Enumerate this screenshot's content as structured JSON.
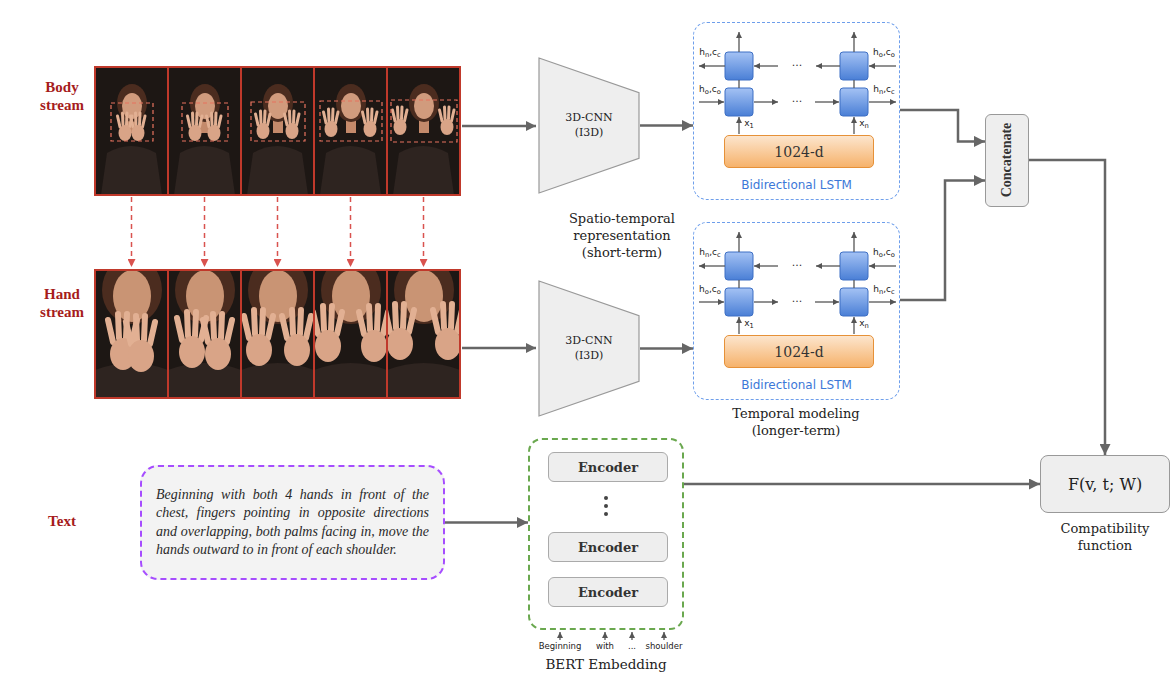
{
  "diagram": {
    "nodes": [
      {
        "text": [
          "3D-CNN (I3D)"
        ]
      },
      {
        "text": [
          "Bidirectional LSTM"
        ]
      },
      {
        "text": [
          "1024-d"
        ],
        "in": 1
      },
      {
        "text": [
          "Concatenate"
        ]
      },
      {
        "text": [
          "3D-CNN (I3D)"
        ]
      },
      {
        "text": [
          "Bidirectional LSTM"
        ]
      },
      {
        "text": [
          "1024-d"
        ],
        "in": 5
      },
      {
        "text": [
          "Beginning with both 4 hands in front of the chest, fingers pointing in opposite directions and overlapping, both palms facing in, move the hands outward to in front of each shoulder."
        ]
      },
      {
        "text": [
          "BERT Embedding"
        ]
      },
      {
        "text": [
          "Encoder"
        ],
        "in": 8
      },
      {
        "text": [
          "Encoder"
        ],
        "in": 8
      },
      {
        "text": [
          "Encoder"
        ],
        "in": 8
      },
      {
        "text": [
          "F(v, t; W)",
          "Compatibility function"
        ]
      }
    ],
    "edges": [
      {
        "from": 0,
        "to": 1,
        "arrow": "to"
      },
      {
        "from": 1,
        "to": 3,
        "arrow": "to"
      },
      {
        "from": 4,
        "to": 5,
        "arrow": "to"
      },
      {
        "from": 5,
        "to": 3,
        "arrow": "to"
      },
      {
        "from": 3,
        "to": 12,
        "arrow": "to"
      },
      {
        "from": 7,
        "to": 8,
        "arrow": "to"
      },
      {
        "from": 8,
        "to": 12,
        "arrow": "to"
      }
    ],
    "labels": [
      "Body stream",
      "hn,cc",
      "ho,co",
      "ho,co",
      "hn,cc",
      "...",
      "...",
      "x1",
      "xn",
      "Spatio-temporal representation (short-term)",
      "Hand stream",
      "hn,cc",
      "ho,co",
      "ho,co",
      "hn,cc",
      "...",
      "...",
      "x1",
      "xn",
      "Temporal modeling (longer-term)",
      "Text",
      "Beginning",
      "with",
      "...",
      "shoulder"
    ]
  }
}
